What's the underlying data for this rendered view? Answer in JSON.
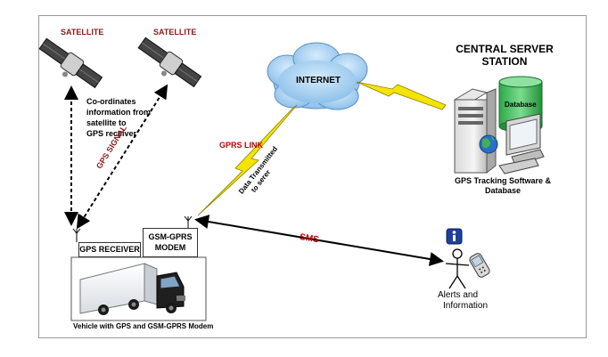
{
  "satellites": {
    "left_label": "SATELLITE",
    "right_label": "SATELLITE"
  },
  "coordinates_note": [
    "Co-ordinates",
    "information from",
    "satellite to",
    "GPS receiver"
  ],
  "gps_signal_label": "GPS SIGNAL",
  "internet_label": "INTERNET",
  "gprs_link_label": "GPRS LINK",
  "data_transmitted_label": [
    "Data Transmitted",
    "to serer"
  ],
  "central_server": {
    "title_line1": "CENTRAL SERVER",
    "title_line2": "STATION",
    "database_label": "Database",
    "caption_line1": "GPS Tracking Software &",
    "caption_line2": "Database"
  },
  "vehicle": {
    "gps_receiver_label": "GPS RECEIVER",
    "modem_label_line1": "GSM-GPRS",
    "modem_label_line2": "MODEM",
    "caption": "Vehicle with GPS and GSM-GPRS Modem"
  },
  "sms_label": "SMS",
  "alerts": {
    "line1": "Alerts  and",
    "line2": "Information"
  },
  "colors": {
    "satellite_label": "#8b1a1a",
    "red_label": "#c00000",
    "cloud": "#a8cff0",
    "lightning": "#f5e400",
    "info_icon": "#1f3f9e"
  }
}
